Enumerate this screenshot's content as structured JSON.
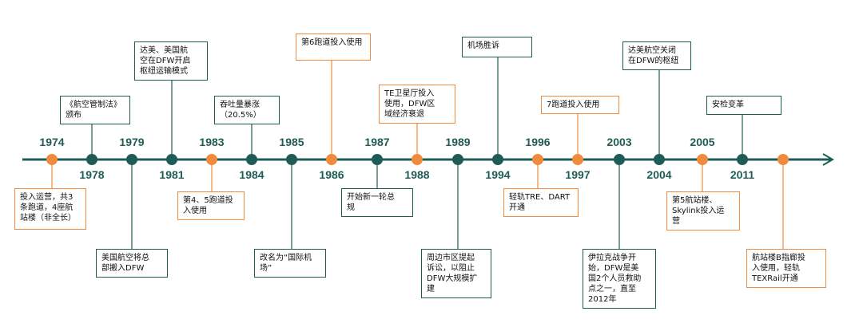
{
  "colors": {
    "axis": "#1f5c56",
    "teal": "#1f5c56",
    "orange": "#f08a3c",
    "year_text": "#1f5c56"
  },
  "events": [
    {
      "year": "1974",
      "year_pos": "above",
      "color": "orange",
      "text": "投入运营，共3\n条跑道，4座航\n站楼（非全长）"
    },
    {
      "year": "1978",
      "year_pos": "below",
      "color": "teal",
      "text": "《航空管制法》\n颁布"
    },
    {
      "year": "1979",
      "year_pos": "above",
      "color": "teal",
      "text": "美国航空将总\n部搬入DFW"
    },
    {
      "year": "1981",
      "year_pos": "below",
      "color": "teal",
      "text": "达美、美国航\n空在DFW开启\n枢纽运输模式"
    },
    {
      "year": "1983",
      "year_pos": "above",
      "color": "orange",
      "text": "第4、5跑道投\n入使用"
    },
    {
      "year": "1984",
      "year_pos": "below",
      "color": "teal",
      "text": "吞吐量暴涨\n（20.5%）"
    },
    {
      "year": "1985",
      "year_pos": "above",
      "color": "teal",
      "text": "改名为“国际机\n场”"
    },
    {
      "year": "1986",
      "year_pos": "below",
      "color": "orange",
      "text": "第6跑道投入使用"
    },
    {
      "year": "1987",
      "year_pos": "above",
      "color": "teal",
      "text": "开始新一轮总\n规"
    },
    {
      "year": "1988",
      "year_pos": "below",
      "color": "orange",
      "text": "TE卫星厅投入\n使用，DFW区\n域经济衰退"
    },
    {
      "year": "1989",
      "year_pos": "above",
      "color": "teal",
      "text": "周边市区提起\n诉讼，以阻止\nDFW大规模扩\n建"
    },
    {
      "year": "1994",
      "year_pos": "below",
      "color": "teal",
      "text": "机场胜诉"
    },
    {
      "year": "1996",
      "year_pos": "above",
      "color": "orange",
      "text": "轻轨TRE、DART\n开通"
    },
    {
      "year": "1997",
      "year_pos": "below",
      "color": "orange",
      "text": "7跑道投入使用"
    },
    {
      "year": "2003",
      "year_pos": "above",
      "color": "teal",
      "text": "伊拉克战争开\n始，DFW是美\n国2个人员救助\n点之一，直至\n2012年"
    },
    {
      "year": "2004",
      "year_pos": "below",
      "color": "teal",
      "text": "达美航空关闭\n在DFW的枢纽"
    },
    {
      "year": "2005",
      "year_pos": "above",
      "color": "orange",
      "text": "第5航站楼、\nSkylink投入运\n营"
    },
    {
      "year": "2011",
      "year_pos": "below",
      "color": "teal",
      "text": "安检变革"
    },
    {
      "year": "",
      "year_pos": "above",
      "color": "orange",
      "text": "航站楼B指廊投\n入使用，轻轨\nTEXRail开通"
    }
  ]
}
